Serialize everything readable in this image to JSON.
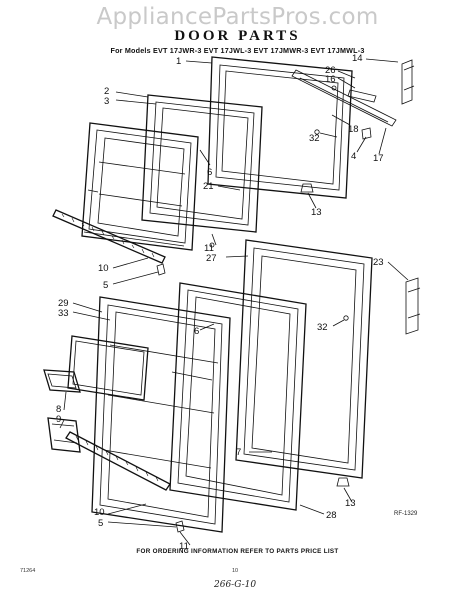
{
  "watermark": "AppliancePartsPros.com",
  "title": "DOOR PARTS",
  "subtitle": "For Models EVT 17JWR-3 EVT 17JWL-3 EVT 17JMWR-3 EVT 17JMWL-3",
  "reference_code": "RF-1329",
  "footer_note": "FOR ORDERING INFORMATION REFER TO PARTS PRICE LIST",
  "bottom_left_code": "71264",
  "page_number": "10",
  "handwritten_note": "266-G-10",
  "callouts": {
    "n1": "1",
    "n2": "2",
    "n3": "3",
    "n4": "4",
    "n5a": "5",
    "n5b": "5",
    "n6a": "6",
    "n6b": "6",
    "n7": "7",
    "n8": "8",
    "n9": "9",
    "n10a": "10",
    "n10b": "10",
    "n11a": "11",
    "n11b": "11",
    "n13a": "13",
    "n13b": "13",
    "n14": "14",
    "n16": "16",
    "n17": "17",
    "n18": "18",
    "n21": "21",
    "n23": "23",
    "n26": "26",
    "n27": "27",
    "n28": "28",
    "n29": "29",
    "n32a": "32",
    "n32b": "32",
    "n33": "33"
  }
}
